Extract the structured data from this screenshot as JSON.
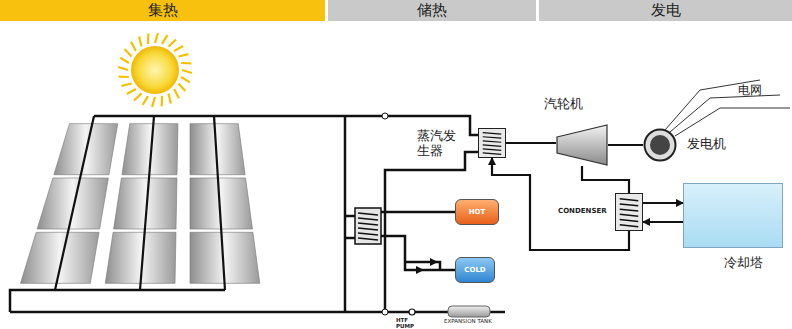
{
  "diagram": {
    "nodes": [
      {
        "text": [
          "集热"
        ]
      },
      {
        "text": [
          "储热"
        ]
      },
      {
        "text": [
          "发电"
        ]
      },
      {
        "text": [
          "蒸汽发生器"
        ]
      },
      {
        "text": [
          "汽轮机"
        ]
      },
      {
        "text": [
          "发电机"
        ]
      },
      {
        "text": [
          "HOT"
        ]
      },
      {
        "text": [
          "COLD"
        ]
      },
      {
        "text": [
          "CONDENSER"
        ]
      },
      {
        "text": [
          "冷却塔"
        ]
      },
      {
        "text": [
          "EXPANSION TANK"
        ]
      }
    ],
    "edges": [
      {
        "from": 3,
        "to": 4,
        "arrow": "none"
      },
      {
        "from": 4,
        "to": 5,
        "arrow": "none"
      },
      {
        "from": 4,
        "to": 8,
        "arrow": "none"
      },
      {
        "from": 8,
        "to": 9,
        "arrow": "to"
      },
      {
        "from": 9,
        "to": 8,
        "arrow": "to"
      },
      {
        "from": 8,
        "to": 3,
        "arrow": "to"
      }
    ],
    "labels": [
      "电网",
      "HTF PUMP"
    ]
  }
}
